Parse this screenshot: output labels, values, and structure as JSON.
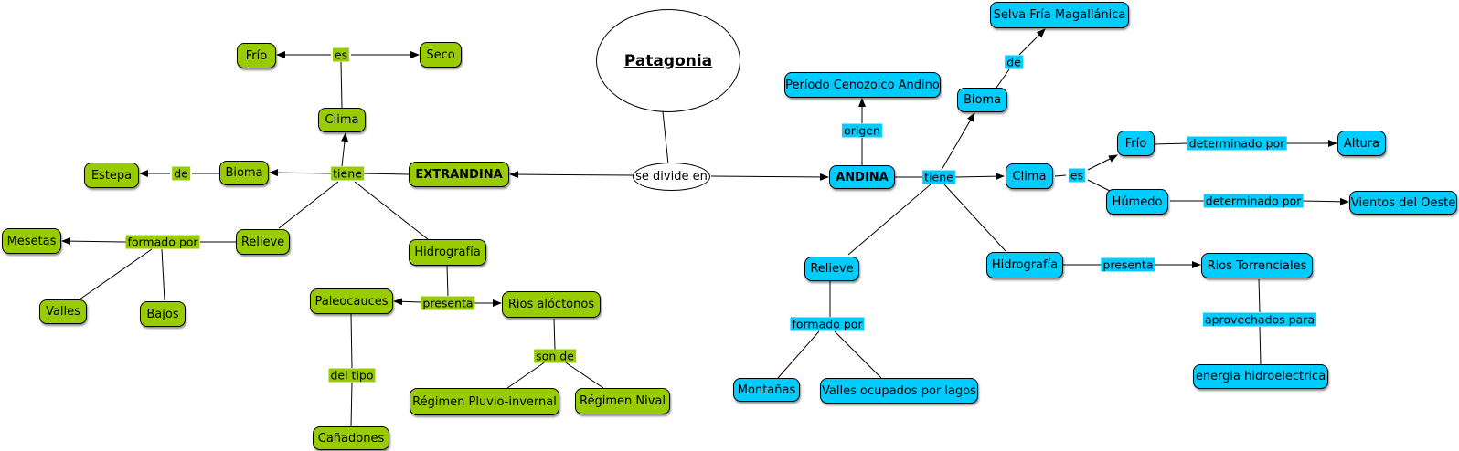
{
  "title": "Patagonia",
  "linking": {
    "divide": "se divide en",
    "extr_tiene": "tiene",
    "extr_es": "es",
    "extr_de": "de",
    "extr_formado": "formado por",
    "extr_presenta": "presenta",
    "extr_del_tipo": "del tipo",
    "extr_son_de": "son de",
    "and_tiene": "tiene",
    "and_origen": "origen",
    "and_de": "de",
    "and_es": "es",
    "and_det1": "determinado por",
    "and_det2": "determinado por",
    "and_presenta": "presenta",
    "and_formado": "formado por",
    "and_aprovechados": "aprovechados para"
  },
  "nodes": {
    "extrandina": "EXTRANDINA",
    "e_clima": "Clima",
    "e_frio": "Frío",
    "e_seco": "Seco",
    "e_bioma": "Bioma",
    "e_estepa": "Estepa",
    "e_relieve": "Relieve",
    "e_mesetas": "Mesetas",
    "e_valles": "Valles",
    "e_bajos": "Bajos",
    "e_hidrografia": "Hidrografía",
    "e_paleocauces": "Paleocauces",
    "e_rios": "Rios alóctonos",
    "e_canadones": "Cañadones",
    "e_pluvio": "Régimen Pluvio-invernal",
    "e_nival": "Régimen Nival",
    "andina": "ANDINA",
    "a_periodo": "Período Cenozoico Andino",
    "a_bioma": "Bioma",
    "a_selva": "Selva Fría Magallánica",
    "a_clima": "Clima",
    "a_frio": "Frío",
    "a_altura": "Altura",
    "a_humedo": "Húmedo",
    "a_vientos": "Vientos del Oeste",
    "a_hidrografia": "Hidrografía",
    "a_rios": "Rios Torrenciales",
    "a_energia": "energia hidroelectrica",
    "a_relieve": "Relieve",
    "a_montanas": "Montañas",
    "a_valles": "Valles ocupados por lagos"
  },
  "colors": {
    "extrandina": "#99cc00",
    "andina": "#00ccff"
  }
}
